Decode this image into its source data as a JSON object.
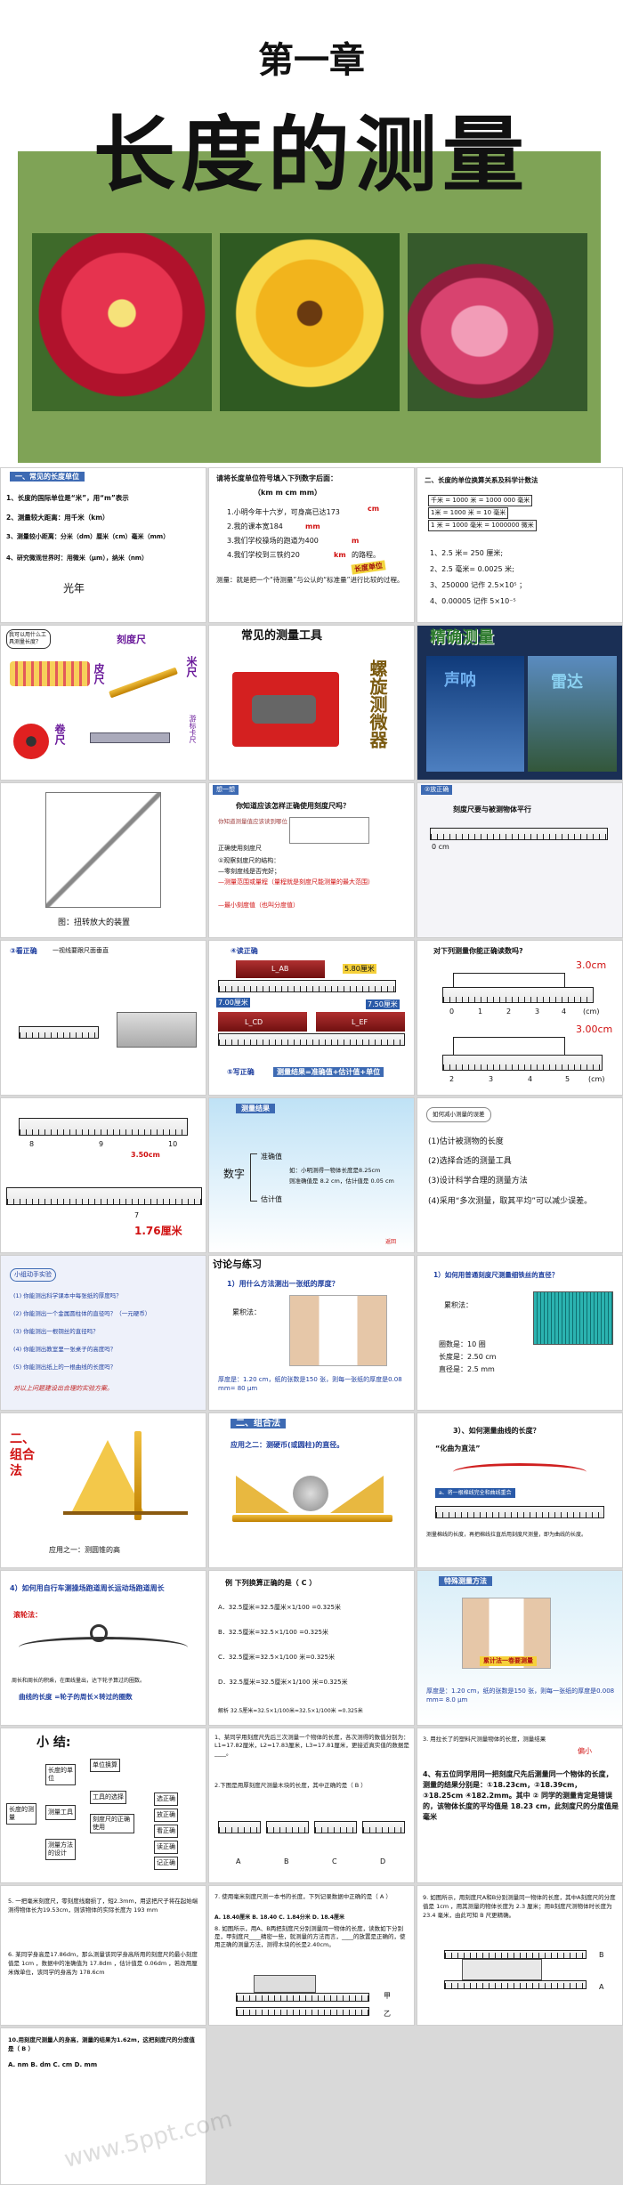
{
  "header": {
    "chapter": "第一章",
    "title": "长度的测量"
  },
  "row1": {
    "s1": {
      "heading": "一、常见的长度单位",
      "lines": [
        "1、长度的国际单位是“米”，用“m”表示",
        "2、测量较大距离：用千米（km）",
        "3、测量较小距离：分米（dm）厘米（cm）毫米（mm）",
        "4、研究微观世界时：用微米（μm），纳米（nm）"
      ],
      "extra": "光年"
    },
    "s2": {
      "intro": "请将长度单位符号填入下列数字后面：",
      "units": "（km  m  cm  mm）",
      "items": [
        "1.小明今年十六岁，可身高已达173",
        "2.我的课本宽184",
        "3.我们学校操场的跑道为400",
        "4.我们学校到三铁约20"
      ],
      "answers": [
        "cm",
        "mm",
        "m",
        "km"
      ],
      "tail": "的路程。",
      "note": "测量：就是把一个“待测量”与公认的“标准量”进行比较的过程。",
      "stamp": "长度单位"
    },
    "s3": {
      "heading": "二、长度的单位换算关系及科学计数法",
      "lines": [
        "千米 = 1000 米 = 1000 000 毫米",
        "1米 = 1000 米 = 10 毫米",
        "1 米 = 1000 毫米 = 1000000 微米"
      ],
      "items": [
        "1、2.5 米= 250 厘米;",
        "2、2.5 毫米= 0.0025 米;",
        "3、250000 记作 2.5×10⁵ ；",
        "4、0.00005 记作 5×10⁻⁵"
      ]
    }
  },
  "row2": {
    "s1": {
      "callout": "我可以用什么工具测量长度？",
      "labels": [
        "刻度尺",
        "皮尺",
        "米尺",
        "卷尺",
        "游标卡尺"
      ]
    },
    "s2": {
      "title": "常见的测量工具",
      "labels": [
        "螺旋测微器"
      ]
    },
    "s3": {
      "labels": [
        "精确测量",
        "声呐",
        "雷达"
      ]
    }
  },
  "row3": {
    "s1": {
      "caption": "图：扭转放大的装置"
    },
    "s2": {
      "tab": "想一想",
      "question": "你知道应该怎样正确使用刻度尺吗？",
      "lines": [
        "你知道测量值应该读到哪位",
        "正确使用刻度尺",
        "①观察刻度尺的结构：",
        "—零刻度线是否完好；",
        "—测量范围或量程（量程就是刻度尺能测量的最大范围）",
        "—最小刻度值（也叫分度值）"
      ]
    },
    "s3": {
      "tab": "②放正确",
      "note": "刻度尺要与被测物体平行",
      "ruler_label": "0 cm"
    }
  },
  "row4": {
    "s1": {
      "heading": "③看正确",
      "note": "一视线要跟尺面垂直"
    },
    "s2": {
      "heading": "④读正确",
      "labels": [
        "L_AB",
        "5.80厘米",
        "7.00厘米",
        "L_CD",
        "L_EF",
        "7.50厘米"
      ],
      "footer_heading": "⑤写正确",
      "footer": "测量结果=准确值+估计值+单位"
    },
    "s3": {
      "question": "对下列测量你能正确读数吗?",
      "reading1": "3.0cm",
      "reading2": "3.00cm",
      "ticks1": [
        "0",
        "1",
        "2",
        "3",
        "4",
        "(cm)"
      ],
      "ticks2": [
        "2",
        "3",
        "4",
        "5",
        "(cm)"
      ]
    }
  },
  "row5": {
    "s1": {
      "reading1": "3.50cm",
      "reading2": "1.76厘米",
      "ticks": [
        "8",
        "9",
        "10",
        "7"
      ]
    },
    "s2": {
      "heading": "测量结果",
      "digit_label": "数字",
      "parts": [
        "准确值",
        "估计值"
      ],
      "example": "如：小明测得一物体长度是8.25cm",
      "example2": "则准确值是 8.2 cm，估计值是 0.05 cm",
      "btn": "返回"
    },
    "s3": {
      "callout": "如何减小测量的误差",
      "items": [
        "(1)估计被测物的长度",
        "(2)选择合适的测量工具",
        "(3)设计科学合理的测量方法",
        "(4)采用“多次测量，取其平均”可以减少误差。"
      ]
    }
  },
  "row6": {
    "s1": {
      "callout": "小组动手实验",
      "items": [
        "(1) 你能测出科学课本中每张纸的厚度吗？",
        "(2) 你能测出一个金属圆柱体的直径吗？（一元硬币）",
        "(3) 你能测出一根铜丝的直径吗？",
        "(4) 你能测出教室里一张桌子的高度吗？",
        "(5) 你能测出纸上的一根曲线的长度吗？"
      ],
      "footer": "对以上问题建设出合理的实验方案。"
    },
    "s2": {
      "heading": "讨论与练习",
      "question": "1）用什么方法测出一张纸的厚度？",
      "method": "累积法：",
      "answer": "厚度是：1.20 cm，纸的张数是150 张，则每一张纸的厚度是0.08 mm= 80 μm"
    },
    "s3": {
      "question": "1）如何用普通刻度尺测量细铁丝的直径？",
      "method": "累积法：",
      "lines": [
        "圈数是：10 圈",
        "长度是：2.50 cm",
        "直径是：2.5 mm"
      ]
    }
  },
  "row7": {
    "s1": {
      "side": "二、组合法",
      "caption": "应用之一：测圆锥的高"
    },
    "s2": {
      "heading": "二、组合法",
      "caption": "应用之二：测硬币(或圆柱)的直径。"
    },
    "s3": {
      "question": "3）、如何测量曲线的长度？",
      "tag": "“化曲为直法”",
      "note1": "a、将一根棉线完全和曲线重合",
      "note2": "测量棉线的长度，再把棉线拉直后用刻度尺测量，即为曲线的长度。"
    }
  },
  "row8": {
    "s1": {
      "question": "4）如何用自行车测操场跑道周长运动场跑道周长",
      "method": "滚轮法：",
      "note": "周长和周长的积乘，在面线量出，达下轮子算过的圈数。",
      "formula": "曲线的长度 =轮子的周长×转过的圈数"
    },
    "s2": {
      "question": "例  下列换算正确的是（ C ）",
      "options": [
        "A．32.5厘米=32.5厘米×1/100 =0.325米",
        "B．32.5厘米=32.5×1/100 =0.325米",
        "C．32.5厘米=32.5×1/100 米=0.325米",
        "D．32.5厘米=32.5厘米×1/100 米=0.325米"
      ],
      "footer": "解析 32.5厘米=32.5×1/100米=32.5×1/100米 =0.325米"
    },
    "s3": {
      "heading": "特殊测量方法",
      "badge": "累计法一卷要测量",
      "answer": "厚度是：1.20 cm，纸的张数是150 张，则每一张纸的厚度是0.008 mm= 8.0 μm"
    }
  },
  "row9": {
    "s1": {
      "title": "小 结:",
      "tree": {
        "root": "长度的测量",
        "branches": [
          "长度的单位",
          "测量工具",
          "测量方法的设计"
        ],
        "leaves": [
          "单位换算",
          "工具的选择",
          "刻度尺的正确使用",
          "选正确",
          "放正确",
          "看正确",
          "读正确",
          "记正确"
        ]
      }
    },
    "s2": {
      "q1": "1、某同学用刻度尺先后三次测量一个物体的长度，各次测得的数值分别为：L1=17.82厘米，L2=17.83厘米，L3=17.81厘米，更接近真实值的数据是____。",
      "q2": "2.下图是用厚刻度尺测量木块的长度，其中正确的是（ B ）",
      "labels": [
        "A",
        "B",
        "C",
        "D"
      ]
    },
    "s3": {
      "q3": "3. 用拉长了的塑料尺测量物体的长度，测量结果",
      "q3_answer": "偏小",
      "q4": "4、有五位同学用同一把刻度尺先后测量同一个物体的长度，测量的结果分别是：①18.23cm，②18.39cm，③18.25cm ④182.2mm。其中 ② 同学的测量肯定是错误的，该物体长度的平均值是 18.23 cm，此刻度尺的分度值是 毫米"
    }
  },
  "row10": {
    "s1": {
      "q5": "5. 一把毫米刻度尺，零刻度线磨损了，短2.3mm，用这把尺子将在起始端测得物体长为19.53cm，则该物体的实际长度为 193 mm",
      "q6": "6. 某同学身高是17.86dm，那么测量该同学身高所用的刻度尺的最小刻度值是 1cm ，数据中的准确值为 17.8dm ，估计值是 0.06dm ，若改用厘米做单位，该同学的身高为 178.6cm"
    },
    "s2": {
      "q7": "7. 使用毫米刻度尺测一本书的长度，下列记录数据中正确的是（ A ）",
      "options": "A. 18.40厘米  B. 18.40  C. 1.84分米  D. 18.4厘米",
      "q8": "8. 如图所示，用A、B两把刻度尺分别测量同一物体的长度，读数如下分别是，甲刻度尺____精密一些，就测量的方法而言，____的放置是正确的，使用正确的测量方法，测得木块的长是2.40cm。",
      "labels": [
        "甲",
        "乙"
      ]
    },
    "s3": {
      "q9": "9. 如图所示，用刻度尺A和B分别测量同一物体的长度，其中A刻度尺的分度值是 1cm ，用其测量的物体长度为 2.3 厘米；用B刻度尺测物体时长度为 23.4 毫米，由此可知 B 尺更精确。",
      "labels": [
        "A",
        "B"
      ]
    }
  },
  "row11": {
    "s1": {
      "q10": "10.用刻度尺测量人的身高，测量的结果为1.62m，这把刻度尺的分度值是（ B ）",
      "options": "A. nm   B. dm   C. cm   D. mm"
    }
  },
  "watermark": "www.5ppt.com"
}
